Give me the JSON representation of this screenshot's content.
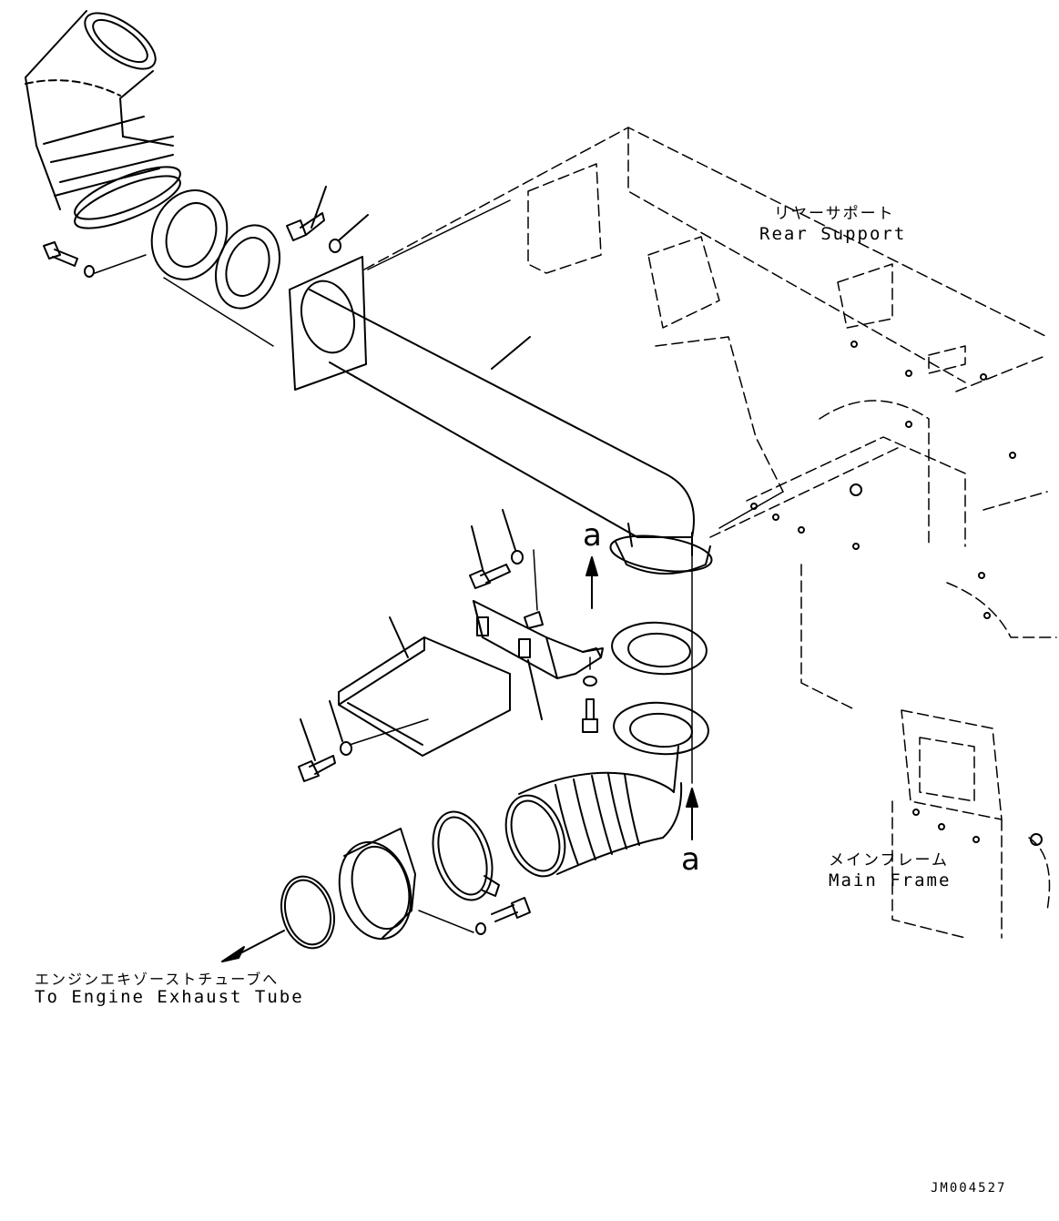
{
  "labels": {
    "rear_support_jp": "リヤーサポート",
    "rear_support_en": "Rear Support",
    "main_frame_jp": "メインフレーム",
    "main_frame_en": "Main Frame",
    "exhaust_jp": "エンジンエキゾーストチューブへ",
    "exhaust_en": "To Engine Exhaust Tube",
    "marker_upper": "a",
    "marker_lower": "a",
    "drawing_code": "JM004527"
  },
  "colors": {
    "line": "#000000",
    "background": "#ffffff"
  }
}
